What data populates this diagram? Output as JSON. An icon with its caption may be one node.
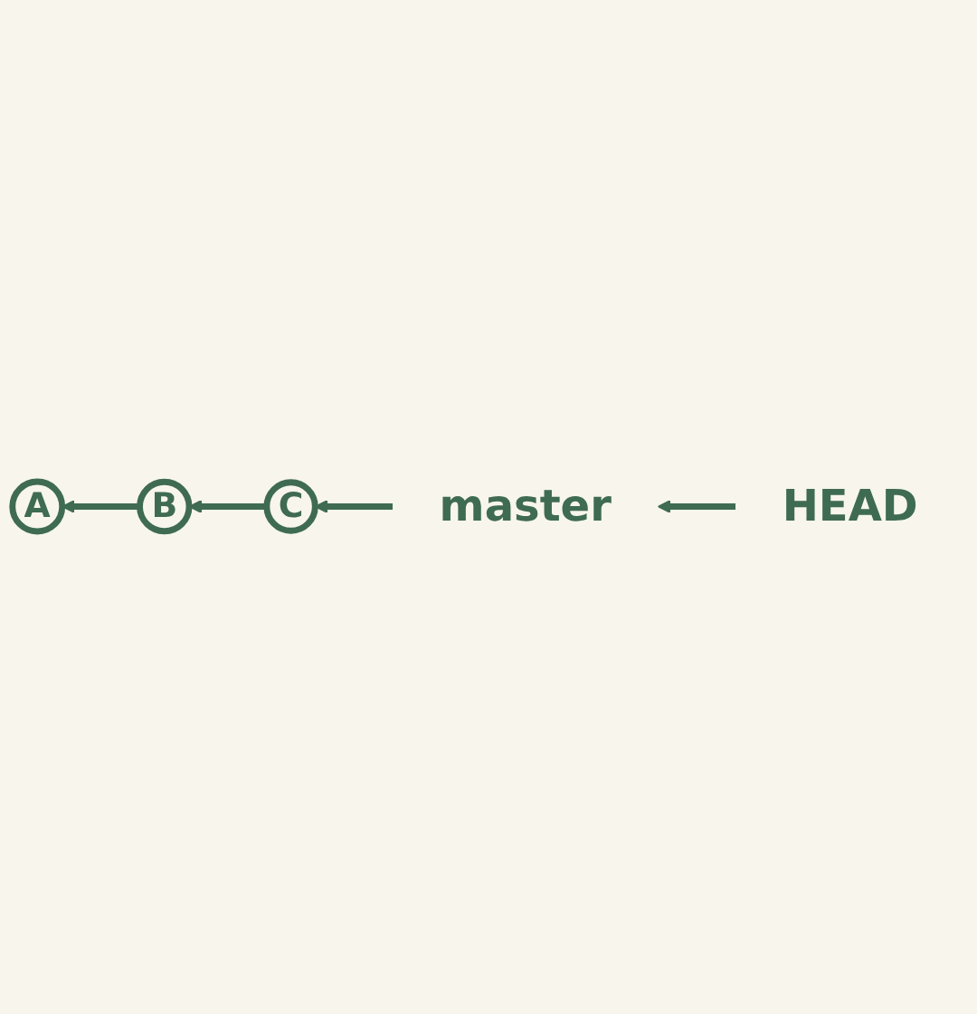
{
  "diagram": {
    "nodes": [
      {
        "text": [
          "A"
        ]
      },
      {
        "text": [
          "B"
        ]
      },
      {
        "text": [
          "C"
        ]
      },
      {
        "text": [
          "master"
        ]
      },
      {
        "text": [
          "HEAD"
        ]
      }
    ],
    "edges": [
      {
        "from": 1,
        "to": 0,
        "arrow": "to"
      },
      {
        "from": 2,
        "to": 1,
        "arrow": "to"
      },
      {
        "from": 3,
        "to": 2,
        "arrow": "to"
      },
      {
        "from": 4,
        "to": 3,
        "arrow": "to"
      }
    ]
  }
}
